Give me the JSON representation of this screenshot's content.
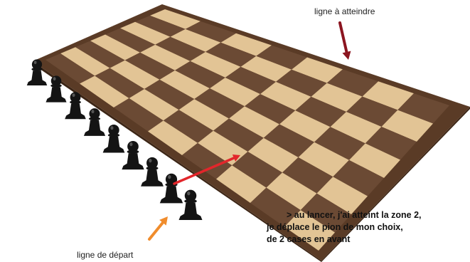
{
  "board": {
    "colors": {
      "light": "#e2c495",
      "dark": "#6b4a34",
      "frame": "#5a3b26",
      "frame_edge": "#3d2616"
    },
    "pieces": {
      "type": "pawn",
      "color": "#141414",
      "count": 9
    }
  },
  "annotations": {
    "finish_line": {
      "text": "ligne à atteindre",
      "arrow_color": "#8b1520"
    },
    "start_line": {
      "text": "ligne de départ",
      "arrow_color": "#f08c2c"
    },
    "move_arrow_color": "#e2262b",
    "instructions": [
      "> au lancer, j'ai atteint la zone 2,",
      "je déplace le pion de mon choix,",
      "de 2 cases en avant"
    ]
  }
}
